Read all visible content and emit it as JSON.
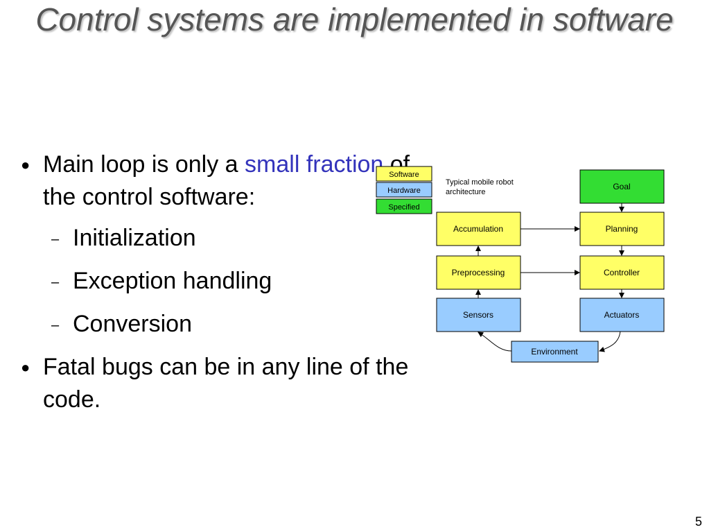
{
  "slide": {
    "title": "Control systems are implemented in software",
    "number": "5"
  },
  "bullets": [
    {
      "prefix": "Main loop is only a ",
      "highlight": "small fraction",
      "suffix": " of the control software:"
    },
    {
      "text": "Initialization"
    },
    {
      "text": "Exception handling"
    },
    {
      "text": "Conversion"
    },
    {
      "text": "Fatal bugs can be in any line of the code."
    }
  ],
  "diagram": {
    "caption_line1": "Typical mobile robot",
    "caption_line2": "architecture",
    "legend": [
      "Software",
      "Hardware",
      "Specified"
    ],
    "nodes": {
      "goal": "Goal",
      "planning": "Planning",
      "controller": "Controller",
      "actuators": "Actuators",
      "accumulation": "Accumulation",
      "preprocessing": "Preprocessing",
      "sensors": "Sensors",
      "environment": "Environment"
    },
    "colors": {
      "software": "#ffff66",
      "hardware": "#99ccff",
      "specified": "#33dd33",
      "highlight_text": "#3333bb",
      "title_text": "#555555"
    }
  }
}
